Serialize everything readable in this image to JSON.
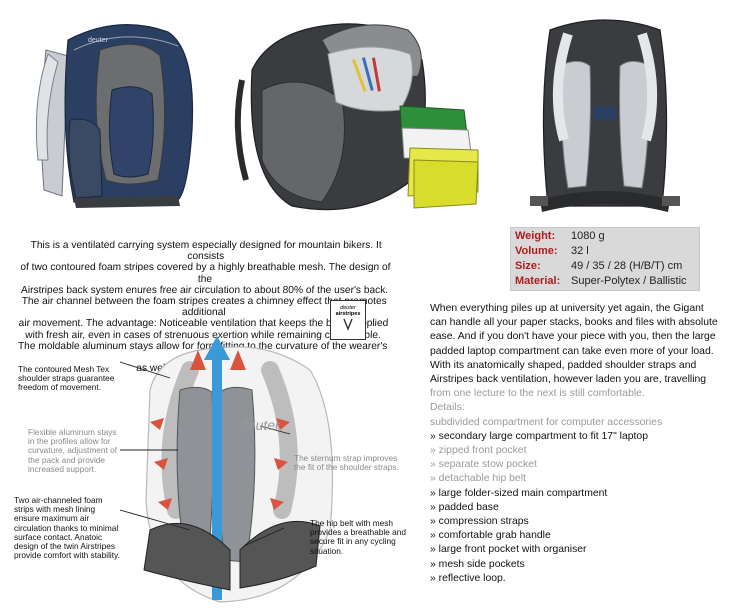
{
  "specs": [
    {
      "key": "Weight:",
      "value": "1080 g"
    },
    {
      "key": "Volume:",
      "value": "32 l"
    },
    {
      "key": "Size:",
      "value": "49 / 35 / 28 (H/B/T) cm"
    },
    {
      "key": "Material:",
      "value": "Super-Polytex / Ballistic"
    }
  ],
  "brand": {
    "logo_text": "deuter"
  },
  "airstripes_logo": {
    "line1": "deuter",
    "line2": "airstripes"
  },
  "left_description": [
    "This is a ventilated carrying system especially designed for mountain bikers.  It consists",
    "of two contoured foam stripes covered by a highly breathable mesh.  The design of the",
    "Airstripes back system enures free air circulation to about 80% of the user's back.",
    "The air channel between the foam stripes creates a chimney effect that promotes additional",
    "air movement.  The advantage: Noticeable ventilation that keeps the back supplied",
    "with fresh air, even in cases of strenuous exertion while remaining comfortable.",
    "The moldable aluminum stays allow for form fitting to the curvature of the wearer's back",
    "as well as extra load stability."
  ],
  "right_description": {
    "body_lines": [
      "When everything piles up at university yet again, the Gigant",
      "can handle all your paper stacks, books and files with absolute",
      "ease. And if you don't have your piece with you, then the large",
      "padded laptop compartment can take even more of your load.",
      "With its anatomically shaped, padded shoulder straps and",
      "Airstripes back ventilation, however laden you are, travelling"
    ],
    "grey_line": "from one lecture to the next is still comfortable.",
    "details_label": "Details:",
    "first_detail": "subdivided compartment for computer accessories",
    "features": [
      {
        "text": "» secondary large compartment to fit 17\" laptop",
        "grey": false
      },
      {
        "text": "» zipped front pocket",
        "grey": true
      },
      {
        "text": "» separate stow pocket",
        "grey": true
      },
      {
        "text": "» detachable hip belt",
        "grey": true
      },
      {
        "text": "» large folder-sized main compartment",
        "grey": false
      },
      {
        "text": "» padded base",
        "grey": false
      },
      {
        "text": "» compression straps",
        "grey": false
      },
      {
        "text": "» comfortable grab handle",
        "grey": false
      },
      {
        "text": "» large front pocket with organiser",
        "grey": false
      },
      {
        "text": "» mesh side pockets",
        "grey": false
      },
      {
        "text": "» reflective loop.",
        "grey": false
      }
    ]
  },
  "diagram": {
    "label_shoulder": "The contoured Mesh Tex shoulder straps guarantee freedom of movement.",
    "label_aluminum": "Flexible aluminum stays in the profiles allow for curvature, adjustment of the pack and provide increased support.",
    "label_sternum": "The sternum strap improves the fit of the shoulder straps.",
    "label_foam": "Two air-channeled foam strips with mesh lining ensure maximum air circulation thanks to minimal surface contact. Anatoic design of the twin Airstripes provide comfort with stability.",
    "label_hipbelt": "The hip belt with mesh provides a breathable and secure fit in any cycling situation."
  },
  "colors": {
    "spec_key": "#b01c1c",
    "spec_bg": "#d9d9d9",
    "navy": "#2b3f63",
    "grey_text": "#9a9a9a",
    "air_arrow": "#d9533f",
    "air_channel": "#3a9ad9"
  }
}
